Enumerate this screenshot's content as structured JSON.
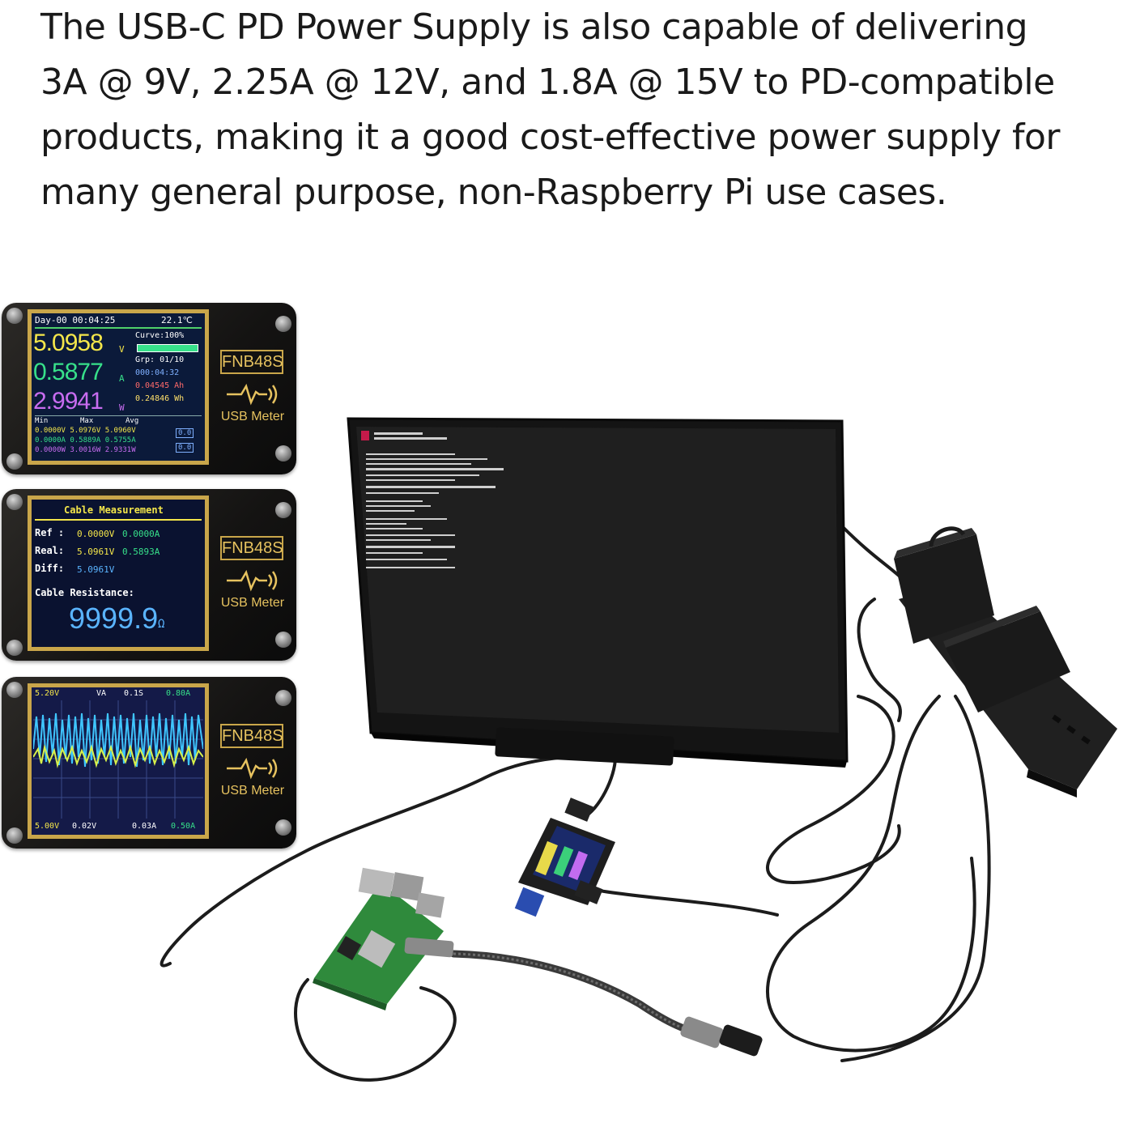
{
  "headline": {
    "line1": "The USB-C PD Power Supply is also capable of delivering",
    "line2": "3A @ 9V, 2.25A @ 12V, and 1.8A @ 15V to PD-compatible",
    "line3": "products, making it a good cost-effective power supply for",
    "line4": "many general purpose, non-Raspberry Pi use cases."
  },
  "meter_brand": "FNB48S",
  "meter_sub": "USB Meter",
  "meter1": {
    "header_left": "Day-00 00:04:25",
    "header_right": "22.1℃",
    "voltage": "5.0958",
    "voltage_unit": "V",
    "current": "0.5877",
    "current_unit": "A",
    "power": "2.9941",
    "power_unit": "W",
    "curve": "Curve:100%",
    "grp": "Grp: 01/10",
    "time": "000:04:32",
    "ah": "0.04545 Ah",
    "wh": "0.24846 Wh",
    "col_min": "Min",
    "col_max": "Max",
    "col_avg": "Avg",
    "row_v": "0.0000V 5.0976V 5.0960V",
    "row_a": "0.0000A 0.5889A 0.5755A",
    "row_w": "0.0000W 3.0016W 2.9331W",
    "box1": "0.0",
    "box2": "0.0"
  },
  "meter2": {
    "title": "Cable Measurement",
    "ref_label": "Ref :",
    "ref_v": "0.0000V",
    "ref_a": "0.0000A",
    "real_label": "Real:",
    "real_v": "5.0961V",
    "real_a": "0.5893A",
    "diff_label": "Diff:",
    "diff_v": "5.0961V",
    "res_label": "Cable Resistance:",
    "res_value": "9999.9",
    "res_unit": "Ω"
  },
  "meter3": {
    "top1": "5.20V",
    "top2": "VA",
    "top3": "0.1S",
    "top4": "0.80A",
    "bot1": "5.00V",
    "bot2": "0.02V",
    "bot3": "0.03A",
    "bot4": "0.50A"
  },
  "colors": {
    "voltage": "#f4e64a",
    "current": "#37e08a",
    "power": "#c86cf0",
    "frame": "#c9a64a"
  }
}
